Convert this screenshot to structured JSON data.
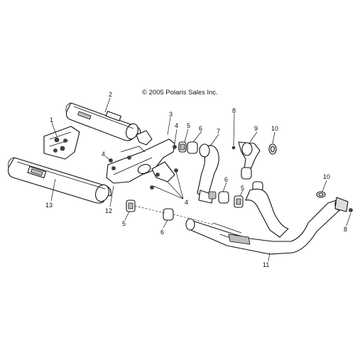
{
  "copyright": "© 2005 Polaris Sales Inc.",
  "callouts": {
    "c1": "1",
    "c2": "2",
    "c3": "3",
    "c4a": "4",
    "c4b": "4",
    "c4c": "4",
    "c5a": "5",
    "c5b": "5",
    "c5c": "5",
    "c6a": "6",
    "c6b": "6",
    "c6c": "6",
    "c7": "7",
    "c8a": "8",
    "c8b": "8",
    "c9": "9",
    "c10a": "10",
    "c10b": "10",
    "c11": "11",
    "c12": "12",
    "c13": "13"
  }
}
